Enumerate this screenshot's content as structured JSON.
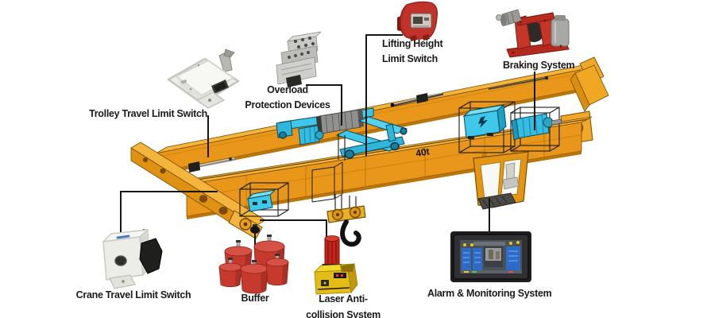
{
  "page": {
    "background": "#ffffff"
  },
  "diagram": {
    "capacity_badge": "40t",
    "labels": {
      "trolley_travel": "Trolley Travel Limit Switch",
      "overload_1": "Overload",
      "overload_2": "Protection Devices",
      "lifting_1": "Lifting Height",
      "lifting_2": "Limit Switch",
      "braking": "Braking System",
      "crane_travel": "Crane Travel Limit Switch",
      "buffer": "Buffer",
      "laser_1": "Laser Anti-",
      "laser_2": "collision System",
      "alarm": "Alarm & Monitoring System"
    },
    "colors": {
      "crane_orange": "#E8971A",
      "crane_orange_light": "#F4B53C",
      "crane_orange_dark": "#C17908",
      "trolley_cyan": "#3FC8E9",
      "device_red": "#C1332A",
      "buffer_red": "#C63A2E",
      "laser_yellow": "#E9C51C",
      "monitor_blue": "#2E6BC8",
      "callout_black": "#151515"
    }
  }
}
